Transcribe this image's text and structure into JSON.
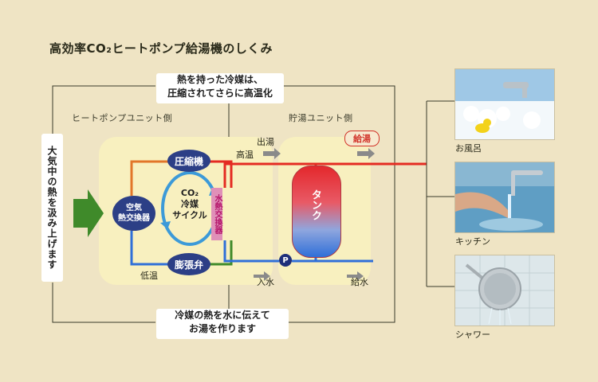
{
  "title": "高効率CO₂ヒートポンプ給湯機のしくみ",
  "callout_top": "熱を持った冷媒は、\n圧縮されてさらに高温化",
  "callout_bottom": "冷媒の熱を水に伝えて\nお湯を作ります",
  "side_label": "大気中の熱を汲み上げます",
  "sections": {
    "heat_pump": "ヒートポンプユニット側",
    "tank_unit": "貯湯ユニット側"
  },
  "components": {
    "compressor": "圧縮機",
    "air_exchanger": "空気\n熱交換器",
    "cycle": "CO₂\n冷媒\nサイクル",
    "expansion_valve": "膨張弁",
    "water_exchanger": "水熱交換器",
    "tank": "タンク",
    "pump": "P"
  },
  "labels": {
    "high_temp": "高温",
    "low_temp": "低温",
    "outlet": "出湯",
    "hot_water_supply": "給湯",
    "water_in": "入水",
    "water_supply": "給水"
  },
  "destinations": [
    {
      "label": "お風呂",
      "icon": "bath-photo"
    },
    {
      "label": "キッチン",
      "icon": "kitchen-photo"
    },
    {
      "label": "シャワー",
      "icon": "shower-photo"
    }
  ],
  "colors": {
    "hot_pipe": "#e42b22",
    "cold_pipe": "#2f6fd8",
    "refrigerant_green": "#3f8a2a",
    "refrigerant_orange": "#e2762a",
    "node_blue": "#2c3f86",
    "panel": "#f8f0bf"
  }
}
